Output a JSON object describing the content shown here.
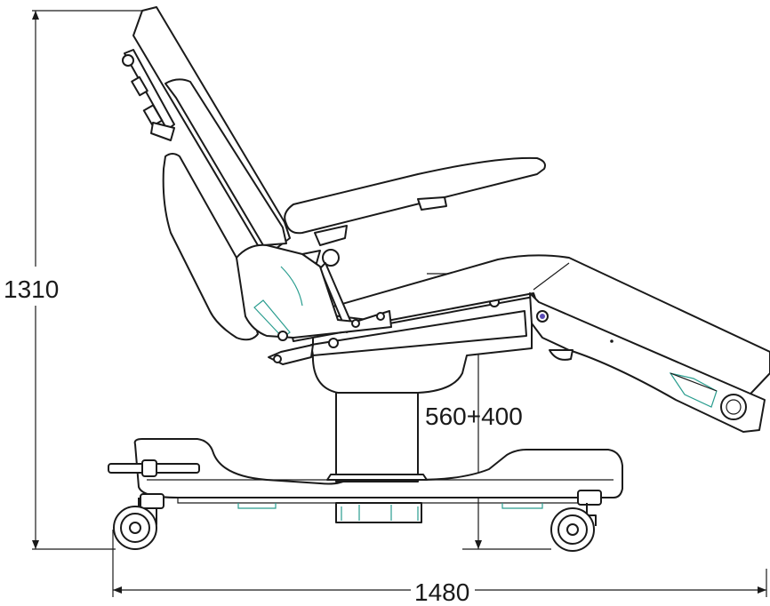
{
  "dimensions": {
    "overall_height": "1310",
    "seat_height": "560+400",
    "overall_length": "1480"
  },
  "colors": {
    "line": "#1a1a1a",
    "accent": "#2a9d8f",
    "control_knob": "#5b4bb7"
  }
}
